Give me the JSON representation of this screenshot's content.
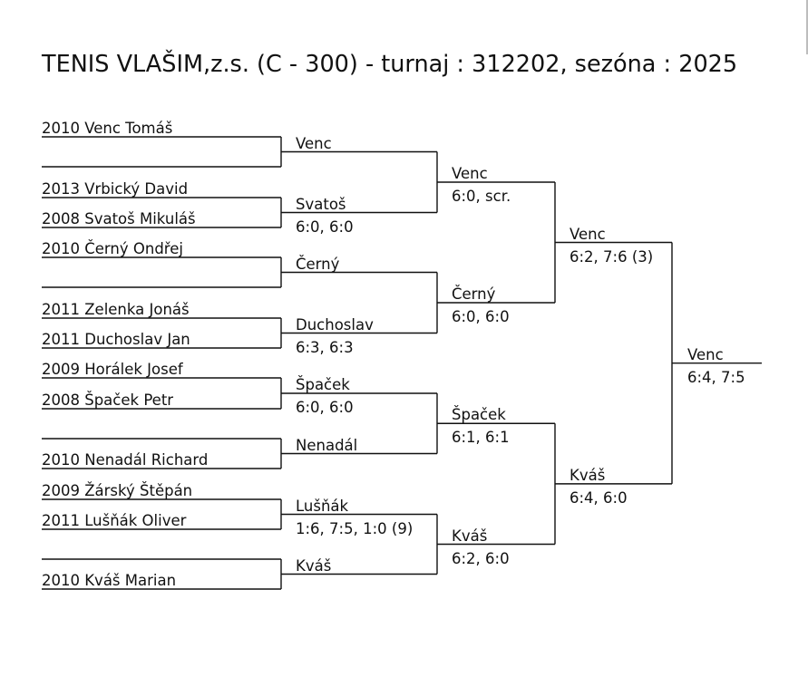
{
  "title": "TENIS VLAŠIM,z.s. (C - 300) - turnaj : 312202, sezóna : 2025",
  "round1": [
    "2010 Venc Tomáš",
    "",
    "2013 Vrbický David",
    "2008 Svatoš Mikuláš",
    "2010 Černý Ondřej",
    "",
    "2011 Zelenka Jonáš",
    "2011 Duchoslav Jan",
    "2009 Horálek Josef",
    "2008 Špaček Petr",
    "",
    "2010 Nenadál Richard",
    "2009 Žárský Štěpán",
    "2011 Lušňák Oliver",
    "",
    "2010 Kváš Marian"
  ],
  "round2": [
    {
      "winner": "Venc",
      "score": ""
    },
    {
      "winner": "Svatoš",
      "score": "6:0, 6:0"
    },
    {
      "winner": "Černý",
      "score": ""
    },
    {
      "winner": "Duchoslav",
      "score": "6:3, 6:3"
    },
    {
      "winner": "Špaček",
      "score": "6:0, 6:0"
    },
    {
      "winner": "Nenadál",
      "score": ""
    },
    {
      "winner": "Lušňák",
      "score": "1:6, 7:5, 1:0 (9)"
    },
    {
      "winner": "Kváš",
      "score": ""
    }
  ],
  "round3": [
    {
      "winner": "Venc",
      "score": "6:0, scr."
    },
    {
      "winner": "Černý",
      "score": "6:0, 6:0"
    },
    {
      "winner": "Špaček",
      "score": "6:1, 6:1"
    },
    {
      "winner": "Kváš",
      "score": "6:2, 6:0"
    }
  ],
  "round4": [
    {
      "winner": "Venc",
      "score": "6:2, 7:6 (3)"
    },
    {
      "winner": "Kváš",
      "score": "6:4, 6:0"
    }
  ],
  "final": {
    "winner": "Venc",
    "score": "6:4, 7:5"
  }
}
